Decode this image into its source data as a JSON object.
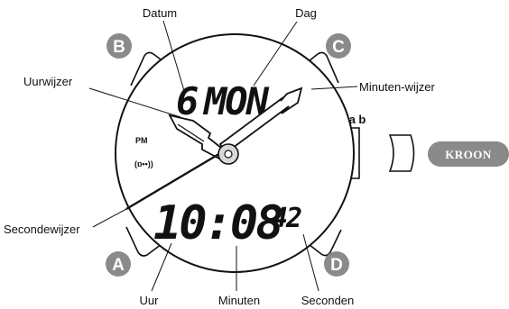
{
  "labels": {
    "datum": "Datum",
    "dag": "Dag",
    "uurwijzer": "Uurwijzer",
    "minutenwijzer": "Minuten-wijzer",
    "secondewijzer": "Secondewijzer",
    "uur": "Uur",
    "minuten": "Minuten",
    "seconden": "Seconden"
  },
  "buttons": {
    "a": "A",
    "b": "B",
    "c": "C",
    "d": "D"
  },
  "crown": {
    "label": "KROON",
    "positions": "a b"
  },
  "display": {
    "date": "6",
    "day": "MON",
    "time": "10:08",
    "seconds": "42",
    "pm": "PM"
  },
  "colors": {
    "button_badge": "#8a8a8a",
    "outline": "#111111"
  }
}
